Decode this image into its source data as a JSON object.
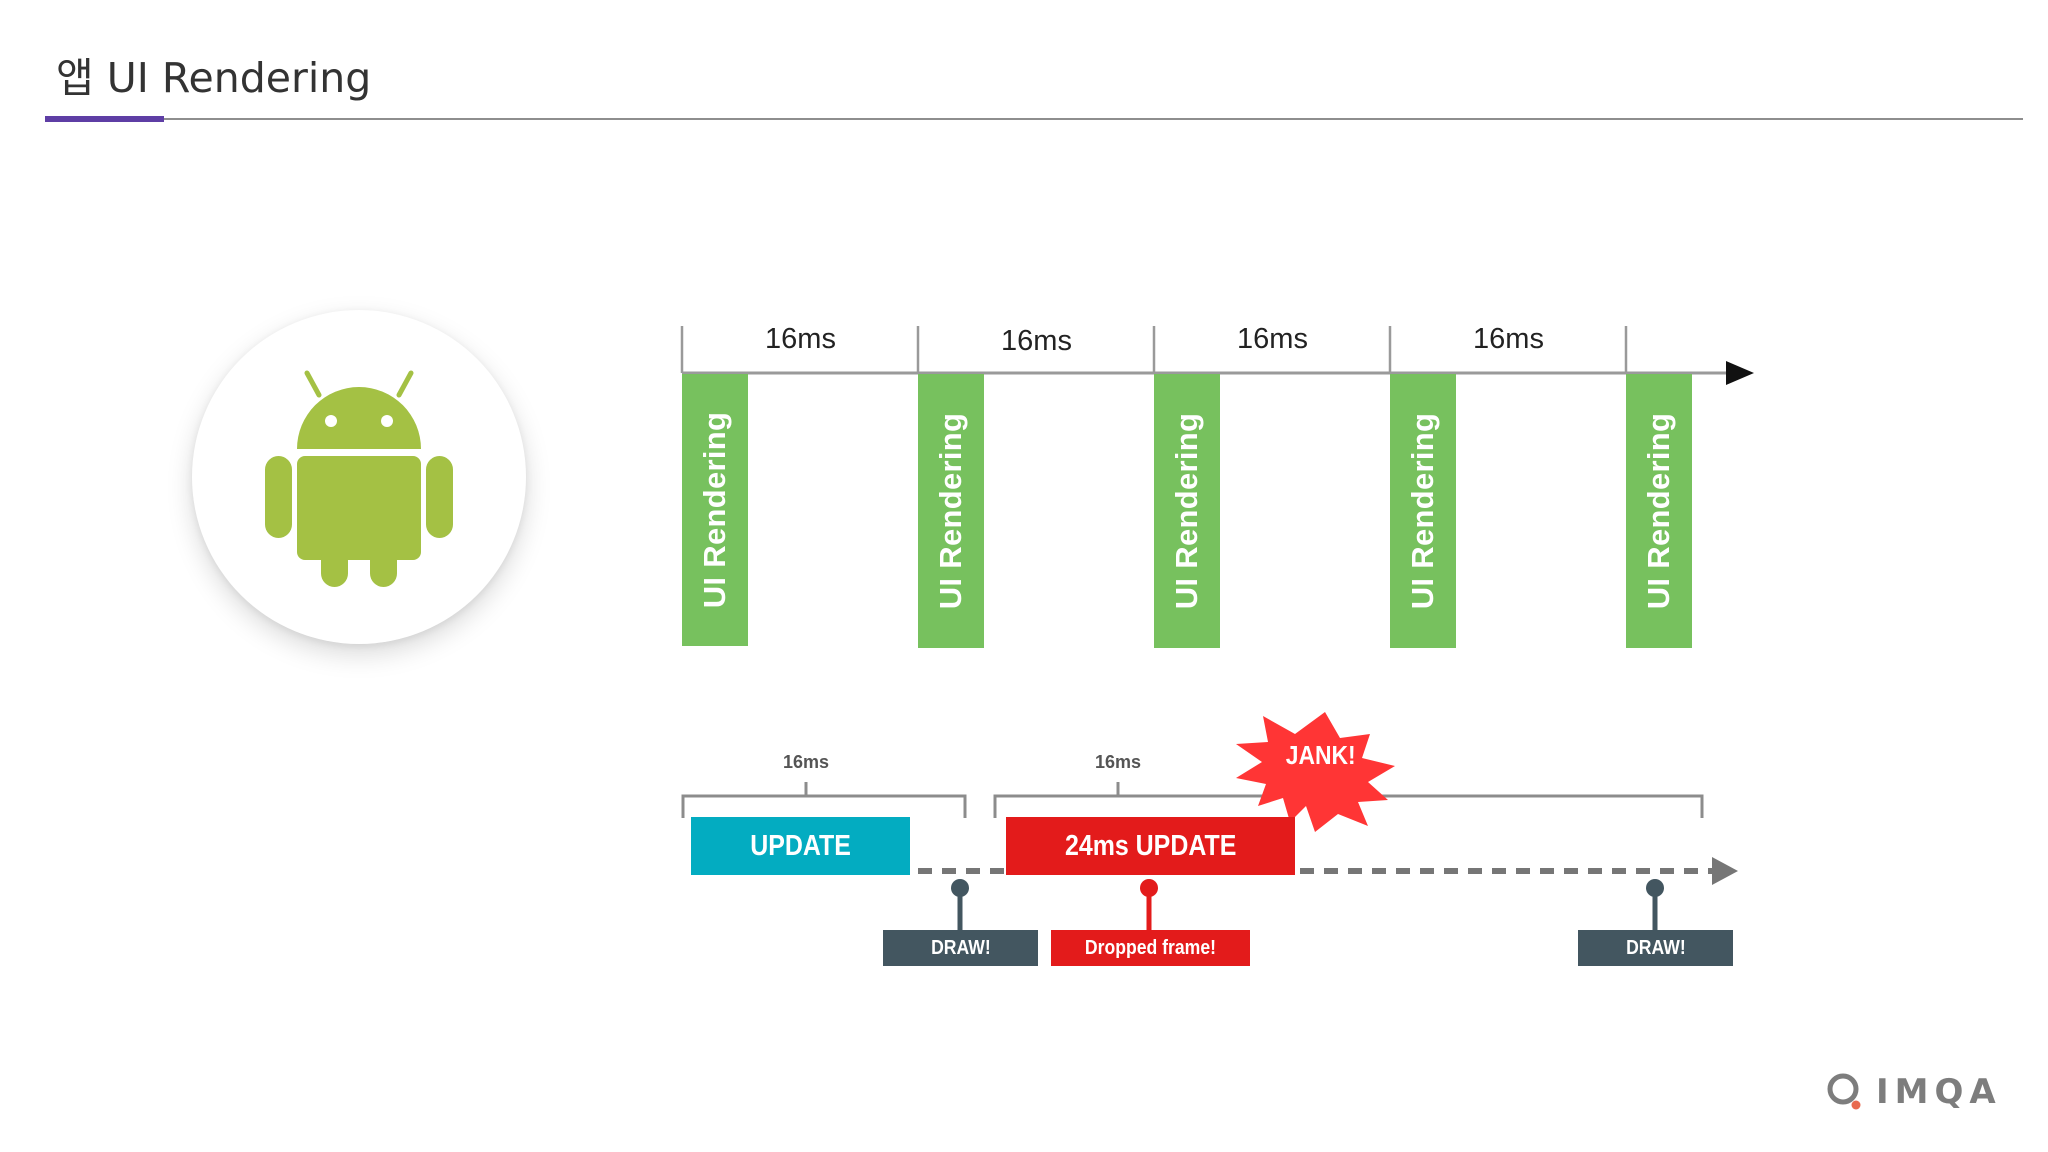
{
  "header": {
    "title": "앱 UI Rendering"
  },
  "timeline_top": {
    "interval_labels": [
      "16ms",
      "16ms",
      "16ms",
      "16ms"
    ],
    "render_blocks": [
      "UI Rendering",
      "UI Rendering",
      "UI Rendering",
      "UI Rendering",
      "UI Rendering"
    ]
  },
  "timeline_bottom": {
    "bracket_labels": [
      "16ms",
      "16ms"
    ],
    "update_label": "UPDATE",
    "slow_update_label": "24ms UPDATE",
    "jank_label": "JANK!",
    "markers": [
      {
        "label": "DRAW!",
        "color": "#435660"
      },
      {
        "label": "Dropped frame!",
        "color": "#e31b1b"
      },
      {
        "label": "DRAW!",
        "color": "#435660"
      }
    ]
  },
  "colors": {
    "accent": "#5e3ea5",
    "android_green": "#a4c144",
    "render_green": "#77c15e",
    "update_teal": "#03acc1",
    "slow_update_red": "#e31b1b",
    "jank_red": "#ff3535",
    "draw_slate": "#435660"
  },
  "icons": [
    "android-logo-icon",
    "timeline-arrow-icon",
    "imqa-logo-icon"
  ],
  "logo": {
    "text": "IMQA"
  }
}
